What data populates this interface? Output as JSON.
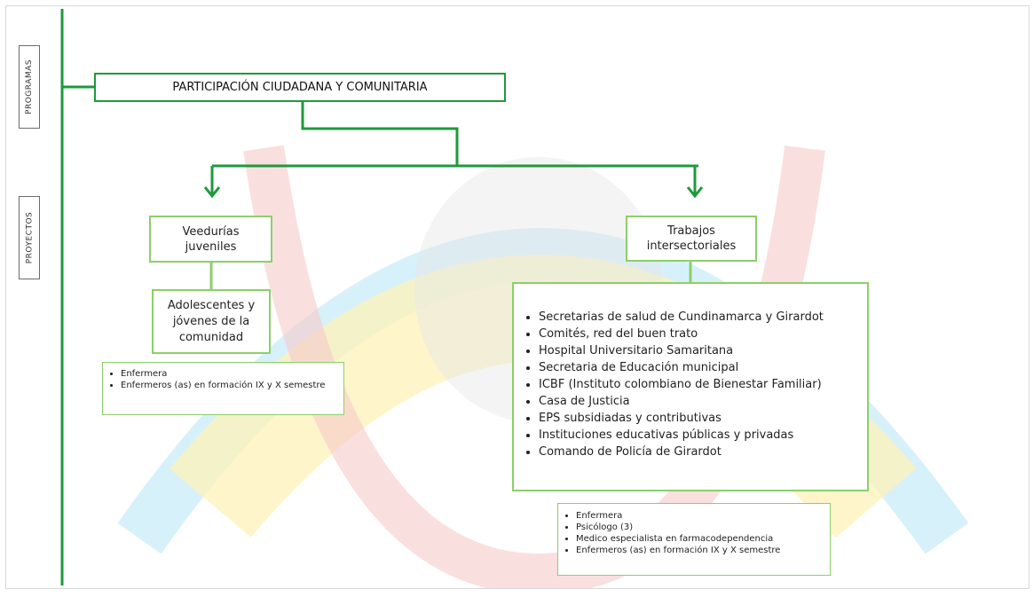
{
  "side_labels": {
    "programas": "PROGRAMAS",
    "proyectos": "PROYECTOS"
  },
  "program": {
    "title": "PARTICIPACIÓN CIUDADANA Y COMUNITARIA"
  },
  "projects": [
    {
      "title": "Veedurías juveniles",
      "target": "Adolescentes y jóvenes de la comunidad",
      "staff": [
        "Enfermera",
        "Enfermeros (as) en formación IX y X semestre"
      ]
    },
    {
      "title": "Trabajos intersectoriales",
      "partners": [
        "Secretarias de salud de Cundinamarca y Girardot",
        "Comités, red del buen trato",
        "Hospital Universitario Samaritana",
        "Secretaria de Educación municipal",
        "ICBF (Instituto colombiano de Bienestar Familiar)",
        "Casa de Justicia",
        "EPS subsidiadas y contributivas",
        "Instituciones educativas públicas y privadas",
        "Comando de Policía de Girardot"
      ],
      "staff": [
        "Enfermera",
        "Psicólogo (3)",
        "Medico especialista en farmacodependencia",
        "Enfermeros (as) en formación IX y X semestre"
      ]
    }
  ],
  "colors": {
    "line": "#1e9a3c",
    "box_border": "#8ccf6a",
    "watermark_blue": "#bfe6f4",
    "watermark_yellow": "#fff2b8",
    "watermark_red": "#f6c3c3"
  }
}
